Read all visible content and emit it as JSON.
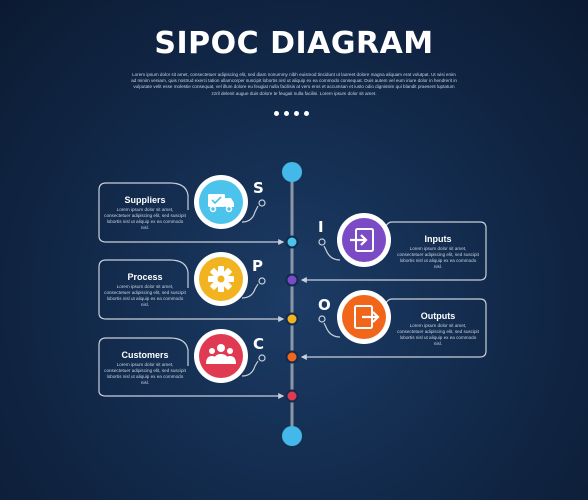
{
  "title": "SIPOC DIAGRAM",
  "subtitle": "Lorem ipsum dolor sit amet, consectetuer adipiscing elit, sed diam nonummy nibh euismod tincidunt ut laoreet dolore magna aliquam erat volutpat. Ut wisi enim ad minim veniam, quis nostrud exerci tation ullamcorper suscipit lobortis nisl ut aliquip ex ea commodo consequat. Duis autem vel eum iriure dolor in hendrerit in vulputate velit esse molestie consequat, vel illum dolore eu feugiat nulla facilisis at vero eros et accumsan et iusto odio dignissim qui blandit praesent luptatum zzril delenit augue duis dolore te feugait nulla facilisi. Lorem ipsum dolor sit amet.",
  "colors": {
    "suppliers": "#4cc3ea",
    "inputs": "#7a4bc4",
    "process": "#f2b321",
    "outputs": "#f2661c",
    "customers": "#e03a52",
    "node": "#44b8e8",
    "line": "#8a97a8"
  },
  "items": [
    {
      "key": "suppliers",
      "letter": "S",
      "title": "Suppliers",
      "icon": "delivery-truck-icon",
      "text": "Lorem ipsum dolor sit amet, consectetuer adipiscing elit, sed suscipit lobortis nisl ut aliquip ex ea commodo nisl."
    },
    {
      "key": "inputs",
      "letter": "I",
      "title": "Inputs",
      "icon": "sign-in-icon",
      "text": "Lorem ipsum dolor sit amet, consectetuer adipiscing elit, sed suscipit lobortis nisl ut aliquip ex ea commodo nisl."
    },
    {
      "key": "process",
      "letter": "P",
      "title": "Process",
      "icon": "gear-icon",
      "text": "Lorem ipsum dolor sit amet, consectetuer adipiscing elit, sed suscipit lobortis nisl ut aliquip ex ea commodo nisl."
    },
    {
      "key": "outputs",
      "letter": "O",
      "title": "Outputs",
      "icon": "sign-out-icon",
      "text": "Lorem ipsum dolor sit amet, consectetuer adipiscing elit, sed suscipit lobortis nisl ut aliquip ex ea commodo nisl."
    },
    {
      "key": "customers",
      "letter": "C",
      "title": "Customers",
      "icon": "people-group-icon",
      "text": "Lorem ipsum dolor sit amet, consectetuer adipiscing elit, sed suscipit lobortis nisl ut aliquip ex ea commodo nisl."
    }
  ]
}
